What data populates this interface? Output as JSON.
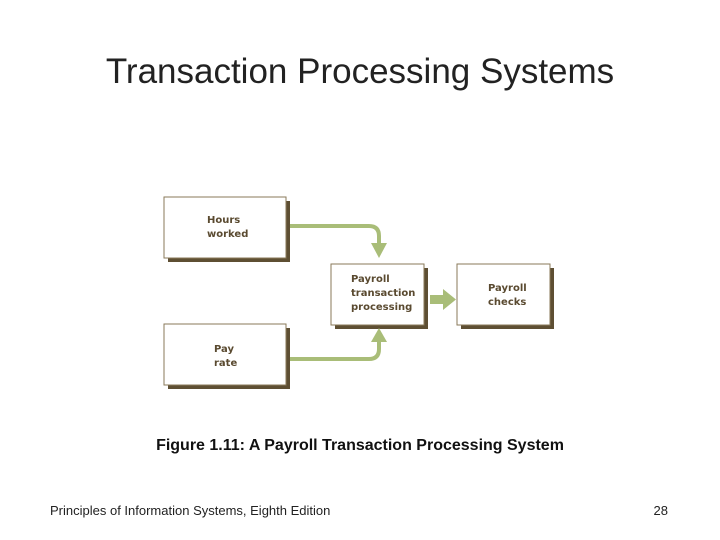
{
  "slide": {
    "title": "Transaction Processing Systems",
    "caption": "Figure 1.11: A Payroll Transaction Processing System",
    "footer_left": "Principles of Information Systems, Eighth Edition",
    "page_number": "28"
  },
  "diagram": {
    "nodes": [
      {
        "id": "hours",
        "lines": [
          "Hours",
          "worked"
        ]
      },
      {
        "id": "pay",
        "lines": [
          "Pay",
          "rate"
        ]
      },
      {
        "id": "process",
        "lines": [
          "Payroll",
          "transaction",
          "processing"
        ]
      },
      {
        "id": "checks",
        "lines": [
          "Payroll",
          "checks"
        ]
      }
    ],
    "edges": [
      {
        "from": "hours",
        "to": "process"
      },
      {
        "from": "pay",
        "to": "process"
      },
      {
        "from": "process",
        "to": "checks"
      }
    ],
    "colors": {
      "box_border": "#8a7a5a",
      "box_shadow": "#5e4f33",
      "arrow": "#a9bd78",
      "label": "#5a4a30"
    }
  }
}
